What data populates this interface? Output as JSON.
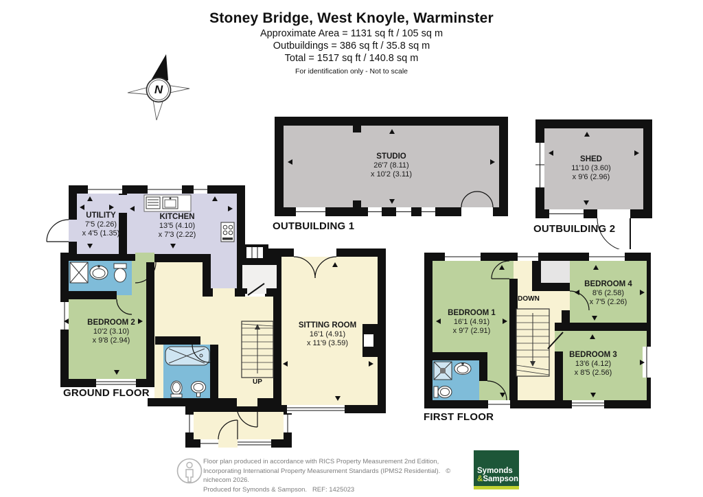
{
  "header": {
    "title": "Stoney Bridge, West Knoyle, Warminster",
    "area_line": "Approximate Area = 1131 sq ft / 105 sq m",
    "outbuildings_line": "Outbuildings = 386 sq ft / 35.8 sq m",
    "total_line": "Total = 1517 sq ft / 140.8 sq m",
    "disclaimer": "For identification only - Not to scale"
  },
  "compass": {
    "north_label": "N"
  },
  "outbuilding1": {
    "caption": "OUTBUILDING 1",
    "room": {
      "name": "STUDIO",
      "dim1": "26'7 (8.11)",
      "dim2": "x 10'2 (3.11)"
    }
  },
  "outbuilding2": {
    "caption": "OUTBUILDING 2",
    "room": {
      "name": "SHED",
      "dim1": "11'10 (3.60)",
      "dim2": "x 9'6 (2.96)"
    }
  },
  "ground_floor": {
    "caption": "GROUND FLOOR",
    "utility": {
      "name": "UTILITY",
      "dim1": "7'5 (2.26)",
      "dim2": "x 4'5 (1.35)"
    },
    "kitchen": {
      "name": "KITCHEN",
      "dim1": "13'5 (4.10)",
      "dim2": "x 7'3 (2.22)"
    },
    "bedroom2": {
      "name": "BEDROOM 2",
      "dim1": "10'2 (3.10)",
      "dim2": "x 9'8 (2.94)"
    },
    "sitting_room": {
      "name": "SITTING ROOM",
      "dim1": "16'1 (4.91)",
      "dim2": "x 11'9 (3.59)"
    },
    "stairs_label": "UP"
  },
  "first_floor": {
    "caption": "FIRST FLOOR",
    "bedroom1": {
      "name": "BEDROOM 1",
      "dim1": "16'1 (4.91)",
      "dim2": "x 9'7 (2.91)"
    },
    "bedroom4": {
      "name": "BEDROOM 4",
      "dim1": "8'6 (2.58)",
      "dim2": "x 7'5 (2.26)"
    },
    "bedroom3": {
      "name": "BEDROOM 3",
      "dim1": "13'6 (4.12)",
      "dim2": "x 8'5 (2.56)"
    },
    "stairs_label": "DOWN"
  },
  "footer": {
    "line1": "Floor plan produced in accordance with RICS Property Measurement 2nd Edition,",
    "line2": "Incorporating International Property Measurement Standards (IPMS2 Residential).   © nichecom 2026.",
    "line3": "Produced for Symonds & Sampson.   REF: 1425023",
    "logo_line1": "Symonds",
    "logo_amp": "&",
    "logo_line2": "Sampson"
  },
  "colors": {
    "wall_black": "#111111",
    "bedroom_green": "#bcd29d",
    "living_cream": "#f8f2d3",
    "kitchen_lavender": "#d5d4e6",
    "bathroom_blue": "#7fbcd9",
    "outbuilding_grey": "#c6c3c3",
    "closet_grey": "#e6e5e5",
    "logo_green": "#1d5638",
    "logo_lime": "#c3d232"
  }
}
